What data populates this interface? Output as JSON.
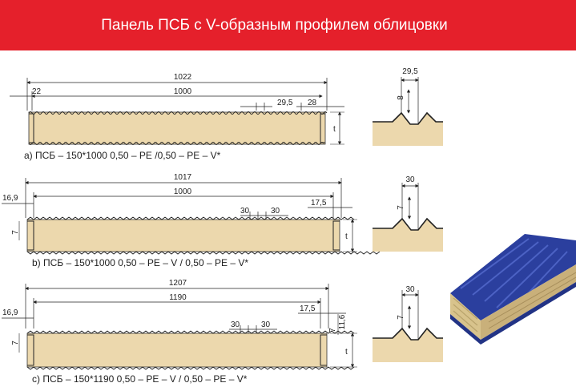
{
  "header": {
    "title": "Панель ПСБ с V-образным профилем облицовки"
  },
  "colors": {
    "banner": "#e5202b",
    "core": "#ecd8ad",
    "panel_blue": "#2b3f9e",
    "wool": "#d8c38c"
  },
  "panels": [
    {
      "caption": "a) ПСБ – 150*1000 0,50 – PE /0,50 – PE – V*",
      "overall_width": "1022",
      "useful_width": "1000",
      "left_offset": "22",
      "pitch": "29,5",
      "edge": "28",
      "thickness": "t",
      "profile_width": "29,5",
      "profile_depth": "8"
    },
    {
      "caption": "b) ПСБ – 150*1000 0,50 – PE – V / 0,50 – PE – V*",
      "overall_width": "1017",
      "useful_width": "1000",
      "left_offset": "16,9",
      "pitch_left": "30",
      "pitch_right": "30",
      "edge": "17,5",
      "side_depth": "7",
      "thickness": "t",
      "profile_width": "30",
      "profile_depth": "7"
    },
    {
      "caption": "c) ПСБ – 150*1190 0,50 – PE – V / 0,50 – PE – V*",
      "overall_width": "1207",
      "useful_width": "1190",
      "left_offset": "16,9",
      "pitch_left": "30",
      "pitch_right": "30",
      "edge": "17,5",
      "side_depth": "7",
      "joint_depth": "7",
      "joint_height": "11,6",
      "thickness": "t",
      "profile_width": "30",
      "profile_depth": "7"
    }
  ]
}
